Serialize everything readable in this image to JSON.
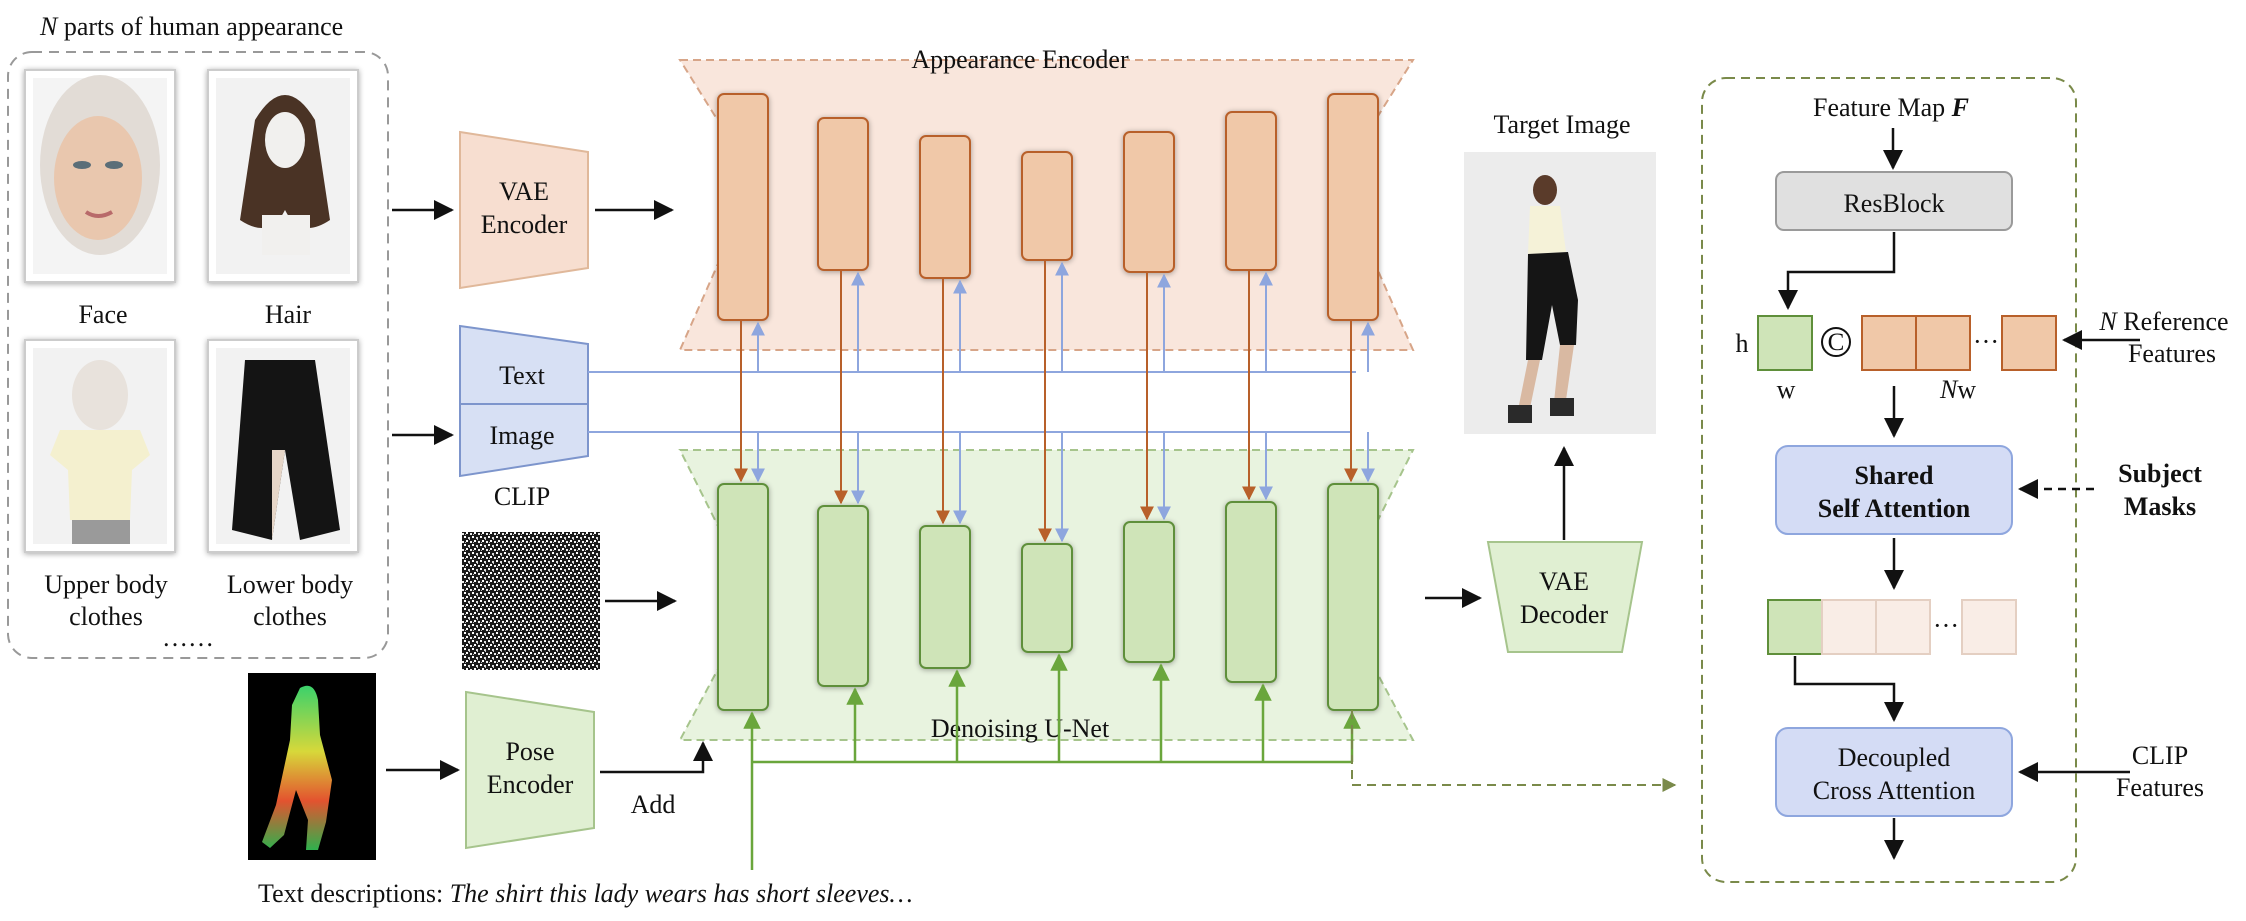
{
  "inputs": {
    "title_var": "N",
    "title_rest": " parts of human appearance",
    "face": "Face",
    "hair": "Hair",
    "upper_line1": "Upper body",
    "upper_line2": "clothes",
    "lower_line1": "Lower body",
    "lower_line2": "clothes",
    "ellipsis": "……"
  },
  "vae_encoder": {
    "line1": "VAE",
    "line2": "Encoder"
  },
  "appearance_encoder": {
    "title": "Appearance Encoder"
  },
  "clip": {
    "text": "Text",
    "image": "Image",
    "label": "CLIP"
  },
  "unet": {
    "title": "Denoising U-Net"
  },
  "pose_encoder": {
    "line1": "Pose",
    "line2": "Encoder",
    "add": "Add"
  },
  "text_descriptions": {
    "prefix": "Text descriptions: ",
    "example": "The shirt this lady wears has short sleeves…"
  },
  "target": {
    "title": "Target Image"
  },
  "vae_decoder": {
    "line1": "VAE",
    "line2": "Decoder"
  },
  "detail": {
    "feature_map": "Feature Map ",
    "feature_map_var": "F",
    "resblock": "ResBlock",
    "h": "h",
    "w": "w",
    "concat": "C",
    "nw_var": "N",
    "nw_rest": "w",
    "dots": "···",
    "ref_var": "N",
    "ref_line1_rest": " Reference",
    "ref_line2": "Features",
    "shared_line1": "Shared",
    "shared_line2": "Self Attention",
    "masks_line1": "Subject",
    "masks_line2": "Masks",
    "decoupled_line1": "Decoupled",
    "decoupled_line2": "Cross Attention",
    "clip_line1": "CLIP",
    "clip_line2": "Features"
  },
  "colors": {
    "encoder_fill": "#f0c8a8",
    "encoder_stroke": "#b8602a",
    "encoder_bg": "#f7ded0",
    "unet_fill": "#cfe4b8",
    "unet_stroke": "#5f8f3a",
    "unet_bg": "#e6f2dc",
    "clip_fill": "#d7e0f4",
    "clip_stroke": "#7d95cc",
    "attn_fill": "#d4dcf5",
    "resblock_fill": "#e0e0e0",
    "blue_arrow": "#8ea6de",
    "orange_arrow": "#b8602a",
    "green_arrow": "#6aa63c",
    "dash_green": "#7a8a4a"
  }
}
